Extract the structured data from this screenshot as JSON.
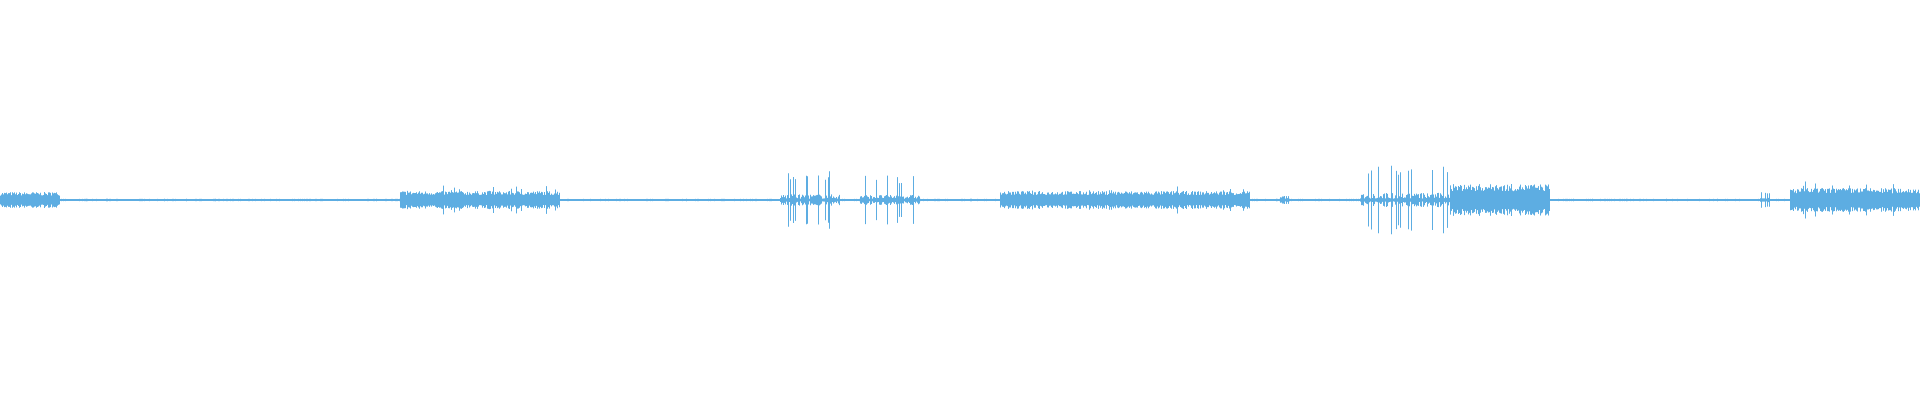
{
  "waveform": {
    "color": "#5dade2",
    "background": "#ffffff",
    "amplitude_range": [
      -1,
      1
    ],
    "bins": 192,
    "segments": [
      {
        "start": 0,
        "end": 6,
        "kind": "dense",
        "amp": 0.04
      },
      {
        "start": 6,
        "end": 40,
        "kind": "silence",
        "amp": 0.006
      },
      {
        "start": 40,
        "end": 56,
        "kind": "dense",
        "amp": 0.045
      },
      {
        "start": 56,
        "end": 78,
        "kind": "silence",
        "amp": 0.006
      },
      {
        "start": 78,
        "end": 84,
        "kind": "spiky",
        "amp": 0.15
      },
      {
        "start": 84,
        "end": 86,
        "kind": "silence",
        "amp": 0.006
      },
      {
        "start": 86,
        "end": 92,
        "kind": "spiky",
        "amp": 0.13
      },
      {
        "start": 92,
        "end": 100,
        "kind": "silence",
        "amp": 0.006
      },
      {
        "start": 100,
        "end": 125,
        "kind": "dense",
        "amp": 0.045
      },
      {
        "start": 125,
        "end": 128,
        "kind": "silence",
        "amp": 0.006
      },
      {
        "start": 128,
        "end": 129,
        "kind": "spiky",
        "amp": 0.1
      },
      {
        "start": 129,
        "end": 136,
        "kind": "silence",
        "amp": 0.006
      },
      {
        "start": 136,
        "end": 145,
        "kind": "spiky",
        "amp": 0.2
      },
      {
        "start": 145,
        "end": 155,
        "kind": "dense",
        "amp": 0.08
      },
      {
        "start": 155,
        "end": 176,
        "kind": "silence",
        "amp": 0.006
      },
      {
        "start": 176,
        "end": 177,
        "kind": "spiky",
        "amp": 0.04
      },
      {
        "start": 177,
        "end": 179,
        "kind": "silence",
        "amp": 0.006
      },
      {
        "start": 179,
        "end": 192,
        "kind": "dense",
        "amp": 0.06
      }
    ]
  }
}
